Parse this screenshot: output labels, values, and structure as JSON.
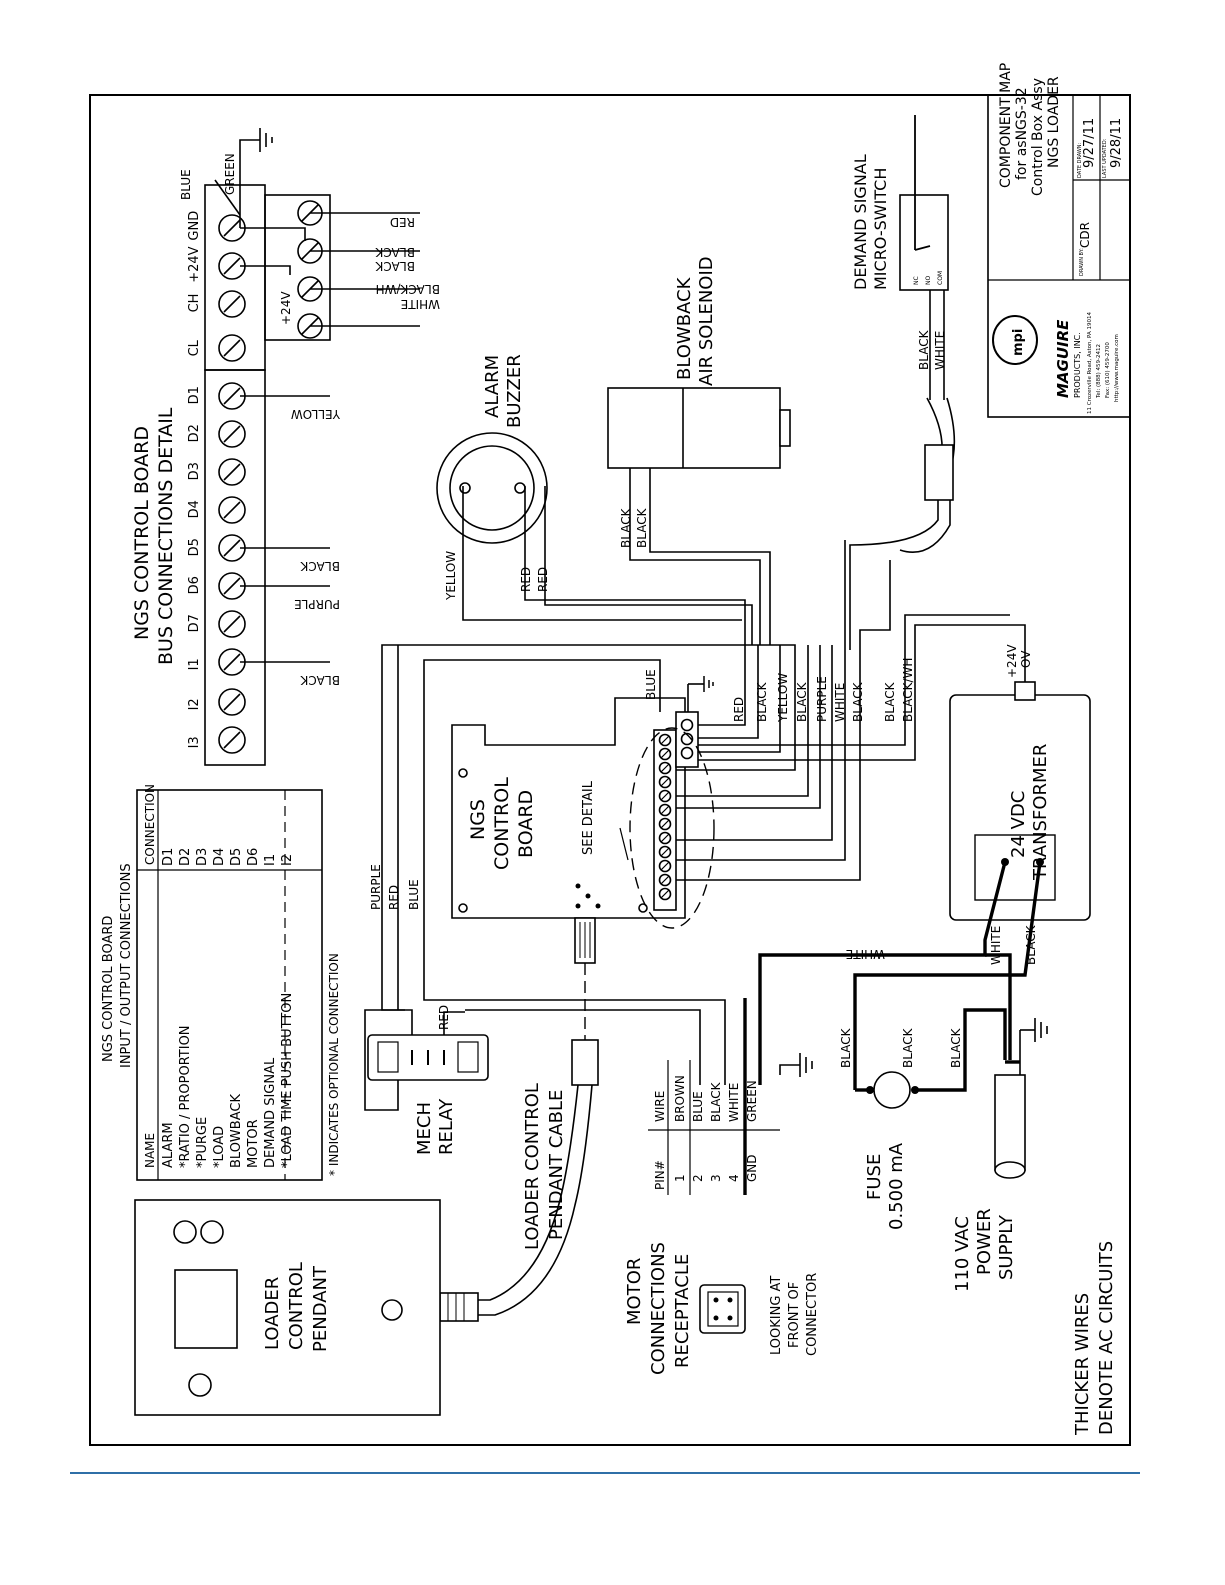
{
  "control_board_detail": {
    "title_line1": "NGS CONTROL BOARD",
    "title_line2": "BUS CONNECTIONS DETAIL",
    "bus_terminals": [
      "I3",
      "I2",
      "I1",
      "D7",
      "D6",
      "D5",
      "D4",
      "D3",
      "D2",
      "D1",
      "CL",
      "CH",
      "+24V",
      "GND"
    ],
    "wires": {
      "red": "RED",
      "black1": "BLACK",
      "black2": "BLACK",
      "black_wh": "BLACK/WH",
      "white": "WHITE",
      "yellow": "YELLOW",
      "black_d5": "BLACK",
      "purple_d6": "PURPLE",
      "black_i1": "BLACK",
      "blue": "BLUE",
      "green": "GREEN",
      "plus24v": "+24V"
    }
  },
  "io_table": {
    "title_line1": "NGS CONTROL BOARD",
    "title_line2": "INPUT / OUTPUT CONNECTIONS",
    "col_name": "NAME",
    "col_connection": "CONNECTION",
    "rows": [
      {
        "name": "ALARM",
        "conn": "D1"
      },
      {
        "name": "*RATIO / PROPORTION",
        "conn": "D2"
      },
      {
        "name": "*PURGE",
        "conn": "D3"
      },
      {
        "name": "*LOAD",
        "conn": "D4"
      },
      {
        "name": "BLOWBACK",
        "conn": "D5"
      },
      {
        "name": "MOTOR",
        "conn": "D6"
      },
      {
        "name": "DEMAND SIGNAL",
        "conn": "I1"
      },
      {
        "name": "*LOAD TIME PUSH BUTTON",
        "conn": "I2"
      }
    ],
    "footnote": "* INDICATES OPTIONAL CONNECTION"
  },
  "labels": {
    "alarm_buzzer_1": "ALARM",
    "alarm_buzzer_2": "BUZZER",
    "blowback_1": "BLOWBACK",
    "blowback_2": "AIR SOLENOID",
    "demand_1": "DEMAND SIGNAL",
    "demand_2": "MICRO-SWITCH",
    "board_1": "NGS",
    "board_2": "CONTROL",
    "board_3": "BOARD",
    "see_detail": "SEE DETAIL",
    "transformer_1": "24 VDC",
    "transformer_2": "TRANSFORMER",
    "relay_1": "MECH",
    "relay_2": "RELAY",
    "cable_1": "LOADER CONTROL",
    "cable_2": "PENDANT CABLE",
    "pendant_1": "LOADER",
    "pendant_2": "CONTROL",
    "pendant_3": "PENDANT",
    "motor_1": "MOTOR",
    "motor_2": "CONNECTIONS",
    "motor_3": "RECEPTACLE",
    "looking_1": "LOOKING AT",
    "looking_2": "FRONT OF",
    "looking_3": "CONNECTOR",
    "fuse_1": "FUSE",
    "fuse_2": "0.500 mA",
    "supply_1": "110 VAC",
    "supply_2": "POWER",
    "supply_3": "SUPPLY",
    "note_1": "THICKER WIRES",
    "note_2": "DENOTE AC CIRCUITS"
  },
  "wire_labels": {
    "yellow": "YELLOW",
    "red_a": "RED",
    "red_b": "RED",
    "black_sol_a": "BLACK",
    "black_sol_b": "BLACK",
    "black_sw": "BLACK",
    "white_sw": "WHITE",
    "plus24": "+24V",
    "ov": "OV",
    "bus_red": "RED",
    "bus_black1": "BLACK",
    "bus_yellow": "YELLOW",
    "bus_black2": "BLACK",
    "bus_purple": "PURPLE",
    "bus_white": "WHITE",
    "bus_black3": "BLACK",
    "bus_black4": "BLACK",
    "bus_blackwh": "BLACK/WH",
    "blue_board": "BLUE",
    "purple_left": "PURPLE",
    "red_left": "RED",
    "blue_left": "BLUE",
    "relay_red": "RED",
    "white_ac": "WHITE",
    "white_tr": "WHITE",
    "black_tr": "BLACK",
    "black_f1": "BLACK",
    "black_f2": "BLACK",
    "black_f3": "BLACK"
  },
  "pin_table": {
    "col_pin": "PIN#",
    "col_wire": "WIRE",
    "rows": [
      {
        "pin": "1",
        "wire": "BROWN"
      },
      {
        "pin": "2",
        "wire": "BLUE"
      },
      {
        "pin": "3",
        "wire": "BLACK"
      },
      {
        "pin": "4",
        "wire": "WHITE"
      },
      {
        "pin": "GND",
        "wire": "GREEN"
      }
    ]
  },
  "title_block": {
    "line1": "COMPONENT MAP",
    "line2": "for asNGS-32",
    "line3": "Control Box Assy",
    "line4": "NGS LOADER",
    "drawn_by_label": "DRAWN BY:",
    "drawn_by": "CDR",
    "date_drawn_label": "DATE DRAWN:",
    "date_drawn": "9/27/11",
    "last_updated_label": "LAST UPDATED:",
    "last_updated": "9/28/11",
    "company": "MAGUIRE",
    "company_sub": "PRODUCTS, INC.",
    "address": "11 Crozerville Road, Aston, PA 19014",
    "tel": "Tel: (888) 459-2412",
    "fax": "Fax: (610) 459-2700",
    "web": "http://www.maguire.com",
    "logo_text": "mpi"
  },
  "switch_pins": [
    "NC",
    "NO",
    "COM"
  ]
}
